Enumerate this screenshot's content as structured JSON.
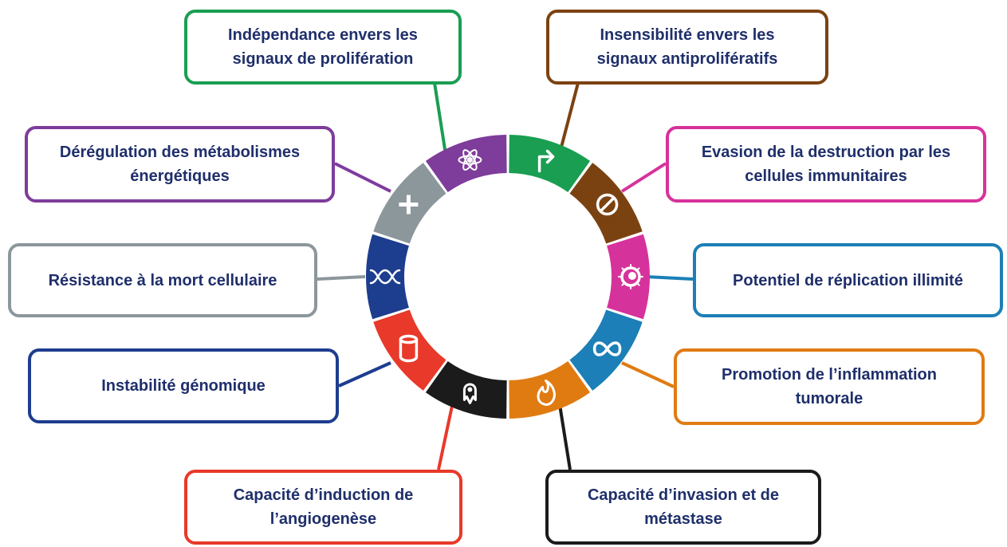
{
  "hallmarks": [
    {
      "id": "proliferation",
      "label": "Indépendance envers les\nsignaux de prolifération",
      "color": "#1a9e52",
      "icon": "arrow-right-up-icon"
    },
    {
      "id": "antiproliferation",
      "label": "Insensibilité envers les\nsignaux antiprolifératifs",
      "color": "#7b4211",
      "icon": "prohibited-icon"
    },
    {
      "id": "immune",
      "label": "Evasion de la destruction par les\ncellules immunitaires",
      "color": "#d6329b",
      "icon": "immune-cell-icon"
    },
    {
      "id": "replication",
      "label": "Potentiel de réplication illimité",
      "color": "#1c7fb7",
      "icon": "infinity-icon"
    },
    {
      "id": "inflammation",
      "label": "Promotion de l’inflammation\ntumorale",
      "color": "#e07b12",
      "icon": "flame-icon"
    },
    {
      "id": "invasion",
      "label": "Capacité d’invasion et de\nmétastase",
      "color": "#1b1b1b",
      "icon": "invasive-cell-icon"
    },
    {
      "id": "angiogenesis",
      "label": "Capacité d’induction de\nl’angiogenèse",
      "color": "#e8392a",
      "icon": "blood-vessel-icon"
    },
    {
      "id": "genome",
      "label": "Instabilité génomique",
      "color": "#1d3d8f",
      "icon": "dna-icon"
    },
    {
      "id": "death",
      "label": "Résistance à la mort cellulaire",
      "color": "#8c979c",
      "icon": "cross-icon"
    },
    {
      "id": "metabolism",
      "label": "Dérégulation des métabolismes\nénergétiques",
      "color": "#7e3c9b",
      "icon": "atom-icon"
    }
  ]
}
